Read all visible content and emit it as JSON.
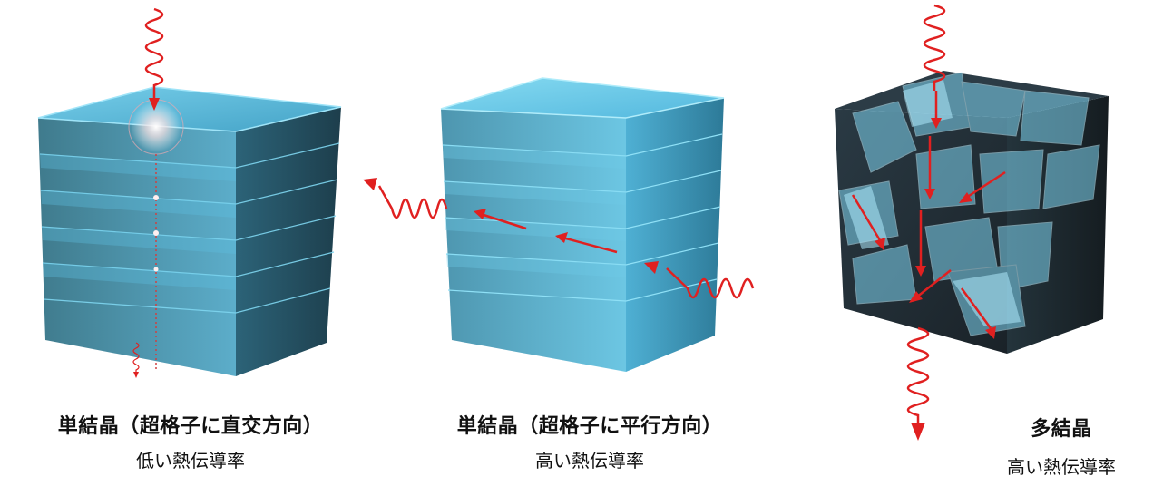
{
  "figures": [
    {
      "id": "single-crystal-perpendicular",
      "title": "単結晶（超格子に直交方向）",
      "subtitle": "低い熱伝導率"
    },
    {
      "id": "single-crystal-parallel",
      "title": "単結晶（超格子に平行方向）",
      "subtitle": "高い熱伝導率"
    },
    {
      "id": "polycrystal",
      "title": "多結晶",
      "subtitle": "高い熱伝導率"
    }
  ],
  "colors": {
    "wave": "#e02020",
    "layer_face": "#4fb8dc",
    "layer_dark": "#1e4a5a",
    "edge": "#1a90c0"
  }
}
